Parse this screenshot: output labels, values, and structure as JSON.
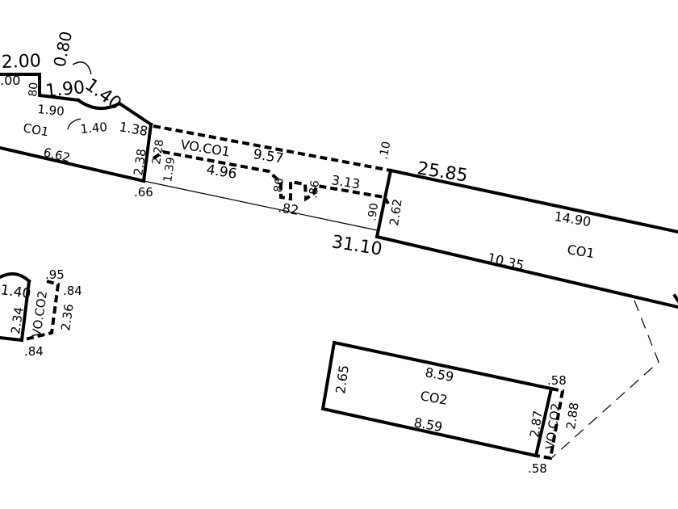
{
  "plan": {
    "labels": {
      "tl_2_00": "2.00",
      "tl_0_80": "0.80",
      "tl_00": ".00",
      "tl_80": "80",
      "tl_1_90_big": "1.90",
      "tl_1_40_big": "1.40",
      "tl_1_90_small": "1.90",
      "tl_1_40_small": "1.40",
      "tl_1_38": "1.38",
      "tl_co1": "CO1",
      "tl_6_62": "6.62",
      "tl_2_38": "2.38",
      "tl_2_28": "2.28",
      "tl_1_39": "1.39",
      "tl_66": ".66",
      "vo_co1": "VO.CO1",
      "vo_9_57": "9.57",
      "vo_4_96": "4.96",
      "vo_86a": ".86",
      "vo_86b": ".86",
      "vo_82": ".82",
      "vo_3_13": "3.13",
      "vo_10": ".10",
      "vo_90": ".90",
      "vo_2_62": "2.62",
      "r_25_85": "25.85",
      "r_31_10": "31.10",
      "r_14_90": "14.90",
      "r_co1": "CO1",
      "r_10_35": "10.35",
      "l_95": ".95",
      "l_84_top": ".84",
      "l_1_40": "1.40",
      "l_vo_co2": "VO.CO2",
      "l_2_34": "2.34",
      "l_2_36": "2.36",
      "l_84_bot": ".84",
      "b_8_59_top": "8.59",
      "b_2_65": "2.65",
      "b_co2": "CO2",
      "b_8_59_bot": "8.59",
      "b_58_top": ".58",
      "b_2_87": "2.87",
      "b_vo_co2": "VO.CO2",
      "b_2_88": "2.88",
      "b_58_bot": ".58"
    }
  }
}
